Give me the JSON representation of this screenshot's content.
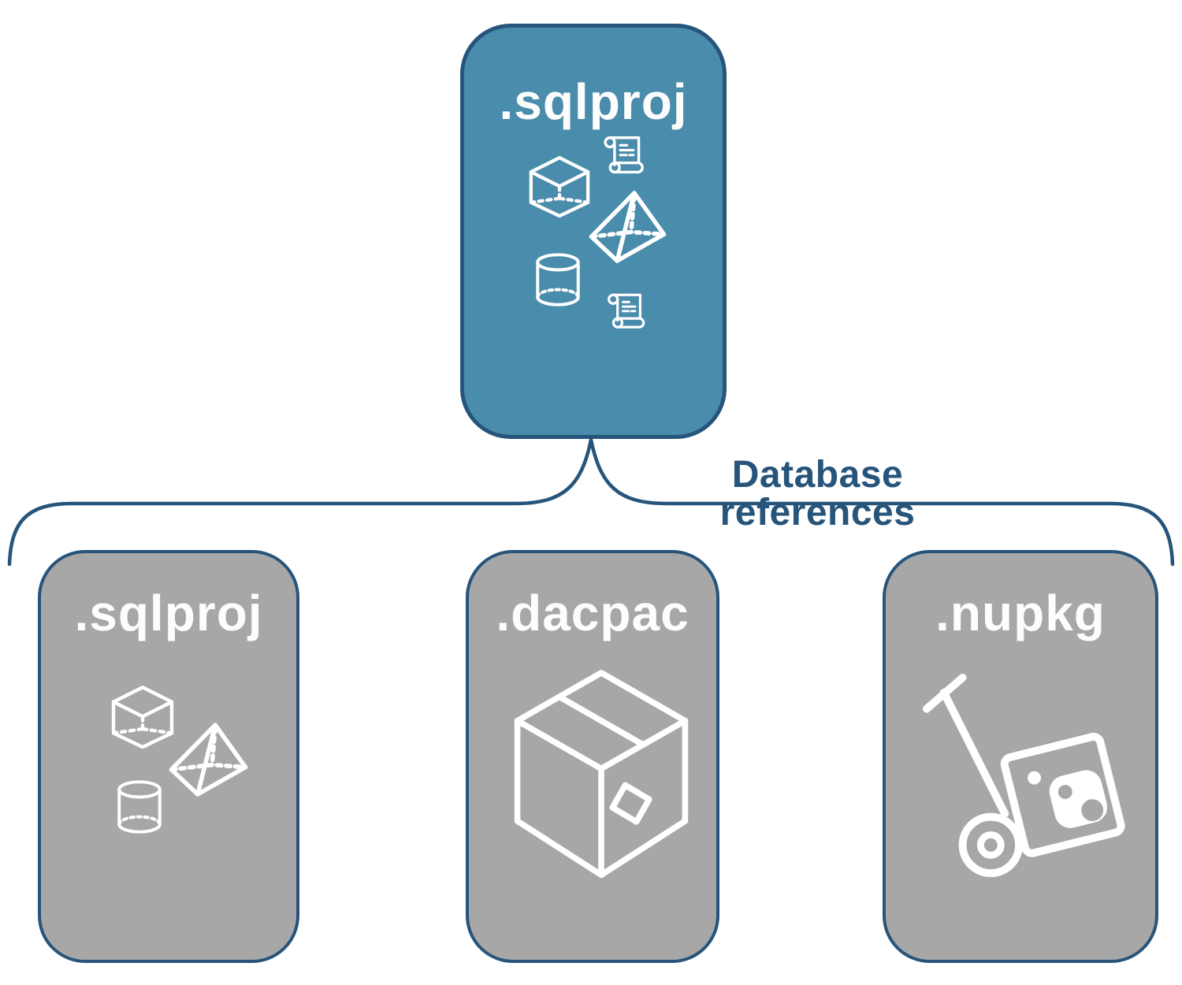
{
  "diagram": {
    "root": {
      "label": ".sqlproj",
      "icons": [
        "cube-icon",
        "scroll-icon",
        "pyramid-icon",
        "cylinder-icon",
        "scroll-icon"
      ]
    },
    "connector_label": "Database references",
    "children": [
      {
        "label": ".sqlproj",
        "icons": [
          "cube-icon",
          "pyramid-icon",
          "cylinder-icon"
        ]
      },
      {
        "label": ".dacpac",
        "icons": [
          "package-icon"
        ]
      },
      {
        "label": ".nupkg",
        "icons": [
          "hand-truck-package-icon"
        ]
      }
    ],
    "colors": {
      "root_fill": "#4A8CAB",
      "child_fill": "#A7A7A7",
      "outline": "#26547A",
      "connector_label_color": "#26547A",
      "title_color": "#FDFDFD",
      "icon_stroke": "#FFFFFF",
      "background": "#FFFFFF"
    }
  }
}
